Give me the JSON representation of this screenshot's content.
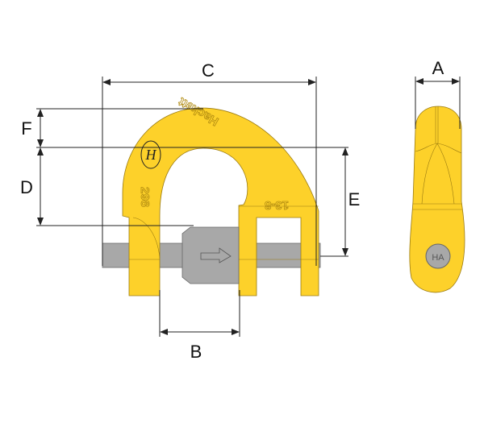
{
  "dimensions": {
    "a": "A",
    "b": "B",
    "c": "C",
    "d": "D",
    "e": "E",
    "f": "F"
  },
  "markings": {
    "brand": "Hackett",
    "code_left": "298",
    "code_right": "13-8",
    "pin": "HA",
    "logo": "H"
  },
  "colors": {
    "body": "#FDD12A",
    "body_outline": "#9a7a10",
    "pin": "#a8a8a8",
    "pin_outline": "#666666",
    "lines": "#222222"
  }
}
